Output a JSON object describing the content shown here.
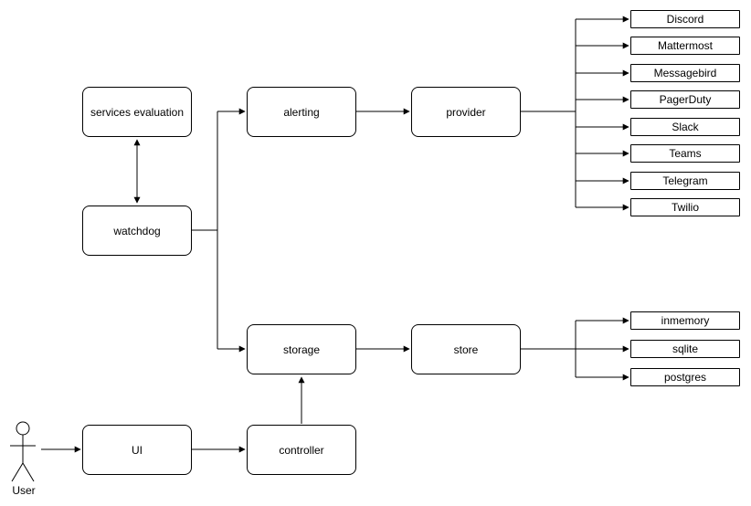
{
  "diagram": {
    "colors": {
      "background": "#ffffff",
      "node_fill": "#ffffff",
      "node_border": "#000000",
      "edge": "#000000"
    },
    "nodes": {
      "services_evaluation": "services evaluation",
      "watchdog": "watchdog",
      "alerting": "alerting",
      "provider": "provider",
      "storage": "storage",
      "store": "store",
      "ui": "UI",
      "controller": "controller",
      "user": "User"
    },
    "provider_targets": [
      "Discord",
      "Mattermost",
      "Messagebird",
      "PagerDuty",
      "Slack",
      "Teams",
      "Telegram",
      "Twilio"
    ],
    "store_targets": [
      "inmemory",
      "sqlite",
      "postgres"
    ]
  }
}
